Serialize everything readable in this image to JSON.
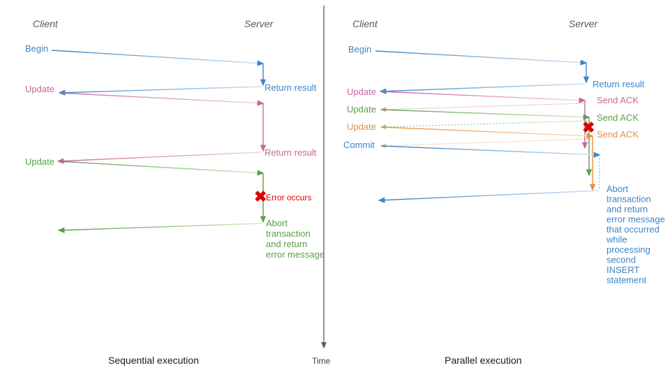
{
  "figure": {
    "title_left": "Sequential execution",
    "title_right": "Parallel execution",
    "time_axis_label": "Time"
  },
  "colors": {
    "blue": "#3d85c8",
    "blue_light": "#7eaede",
    "pink": "#c9669a",
    "pink_light": "#dda3bf",
    "green": "#5a9e4b",
    "green_light": "#93c97f",
    "orange": "#e69138",
    "orange_light": "#f2b36b",
    "red": "#e00000",
    "gray": "#595959",
    "axis": "#5a5a5a"
  },
  "left_panel": {
    "actor_client": "Client",
    "actor_server": "Server",
    "messages": [
      {
        "name": "begin",
        "label": "Begin",
        "color": "blue"
      },
      {
        "name": "return-result-1",
        "label": "Return result",
        "color": "blue"
      },
      {
        "name": "update-1",
        "label": "Update",
        "color": "pink"
      },
      {
        "name": "return-result-2",
        "label": "Return result",
        "color": "pink"
      },
      {
        "name": "update-2",
        "label": "Update",
        "color": "green"
      },
      {
        "name": "error",
        "label": "Error occurs",
        "color": "red"
      },
      {
        "name": "abort",
        "label": "Abort\ntransaction\nand return\nerror message",
        "color": "green"
      }
    ],
    "abort_lines": [
      "Abort",
      "transaction",
      "and return",
      "error message"
    ]
  },
  "right_panel": {
    "actor_client": "Client",
    "actor_server": "Server",
    "messages": [
      {
        "name": "begin",
        "label": "Begin",
        "color": "blue"
      },
      {
        "name": "return-result",
        "label": "Return result",
        "color": "blue"
      },
      {
        "name": "update-1",
        "label": "Update",
        "color": "pink"
      },
      {
        "name": "send-ack-1",
        "label": "Send ACK",
        "color": "pink"
      },
      {
        "name": "update-2",
        "label": "Update",
        "color": "green"
      },
      {
        "name": "send-ack-2",
        "label": "Send ACK",
        "color": "green"
      },
      {
        "name": "update-3",
        "label": "Update",
        "color": "orange"
      },
      {
        "name": "send-ack-3",
        "label": "Send ACK",
        "color": "orange"
      },
      {
        "name": "commit",
        "label": "Commit",
        "color": "blue"
      },
      {
        "name": "error",
        "label": "",
        "color": "red"
      }
    ],
    "abort_lines": [
      "Abort",
      "transaction",
      "and return",
      "error message",
      "that occurred",
      "while",
      "processing",
      "second",
      "INSERT",
      "statement"
    ]
  }
}
